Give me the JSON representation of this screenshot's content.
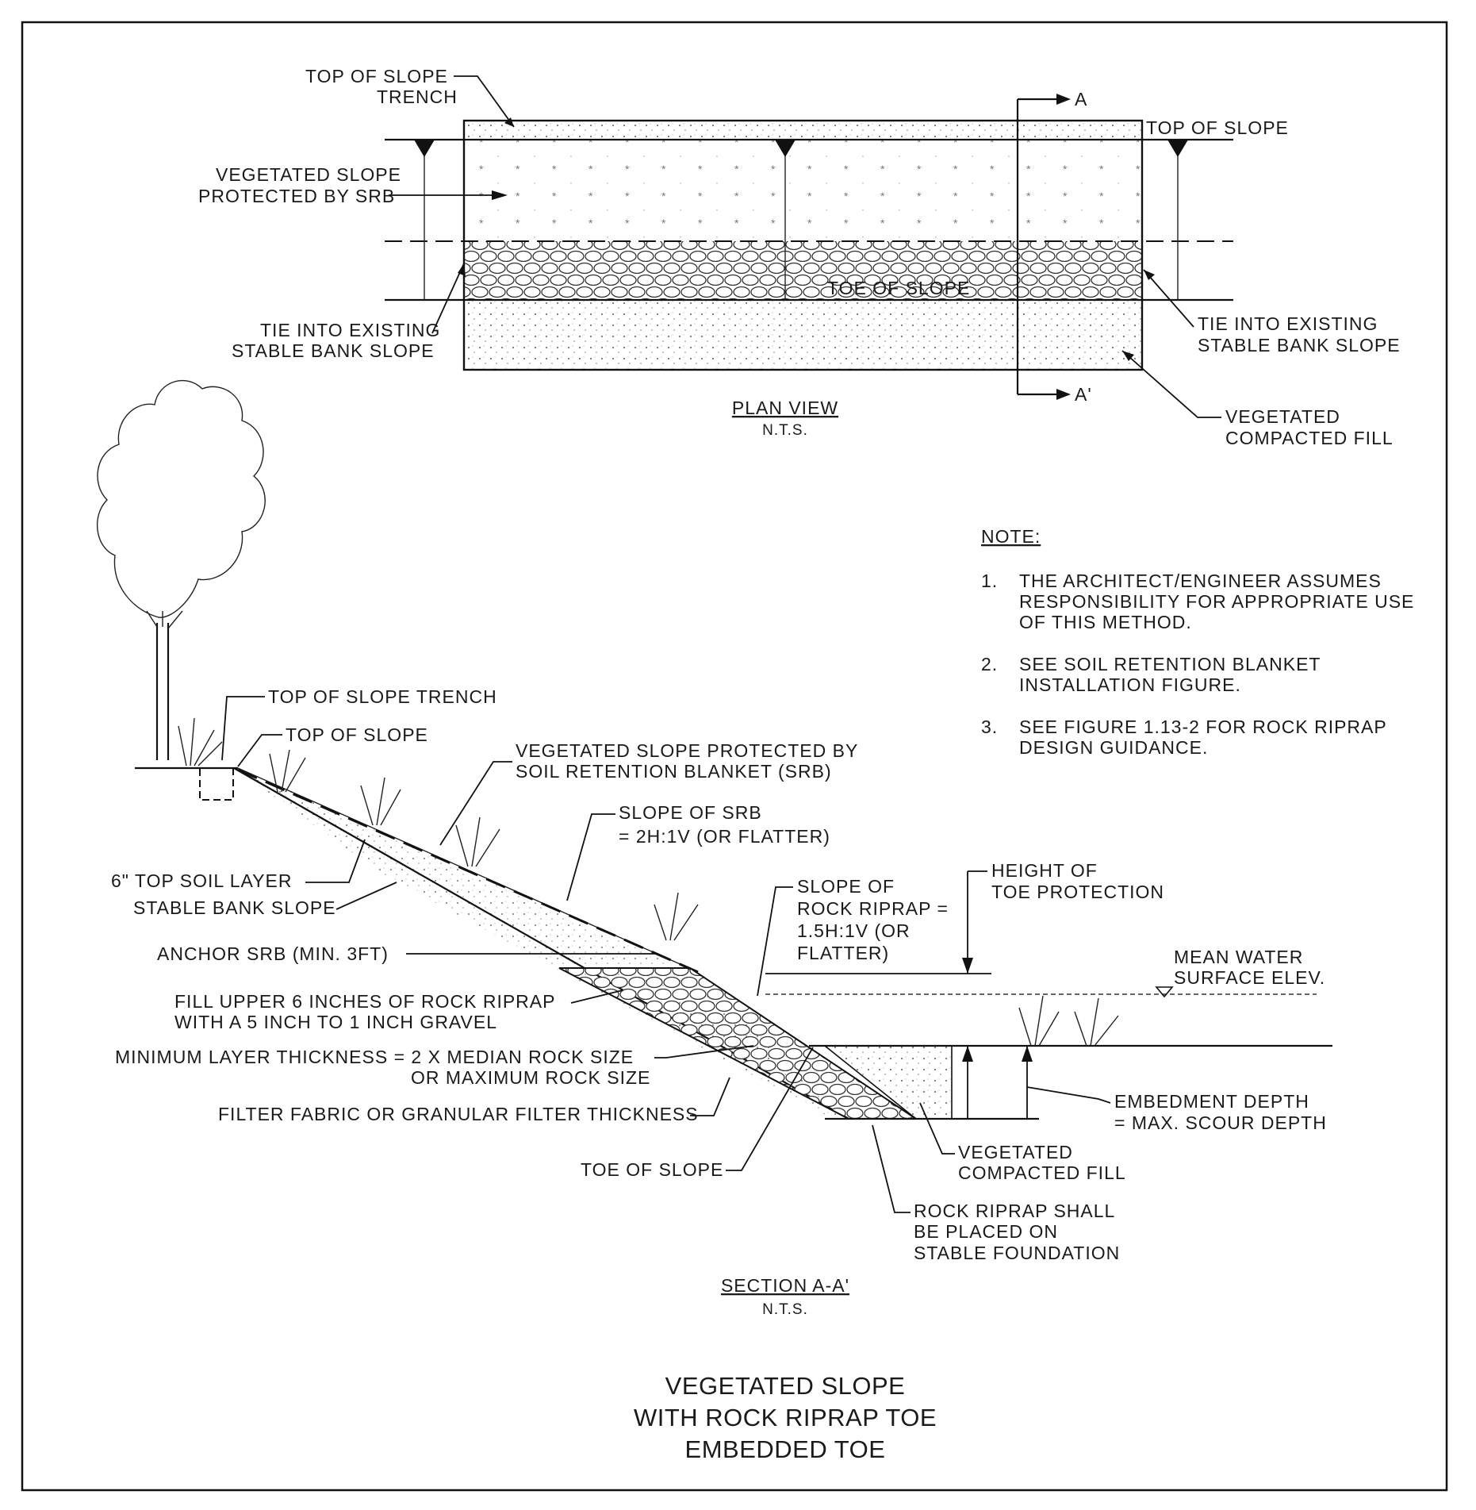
{
  "plan_view": {
    "labels": {
      "top_trench": [
        "TOP OF SLOPE",
        "TRENCH"
      ],
      "veg_slope": [
        "VEGETATED SLOPE",
        "PROTECTED BY SRB"
      ],
      "tie_left": [
        "TIE INTO EXISTING",
        "STABLE BANK SLOPE"
      ],
      "top_of_slope": "TOP OF SLOPE",
      "toe_of_slope": "TOE OF SLOPE",
      "tie_right": [
        "TIE INTO EXISTING",
        "STABLE BANK SLOPE"
      ],
      "veg_fill": [
        "VEGETATED",
        "COMPACTED FILL"
      ],
      "section_a": "A",
      "section_a_prime": "A'"
    },
    "title": "PLAN VIEW",
    "scale": "N.T.S."
  },
  "notes": {
    "heading": "NOTE:",
    "items": [
      {
        "num": "1.",
        "lines": [
          "THE ARCHITECT/ENGINEER ASSUMES",
          "RESPONSIBILITY FOR APPROPRIATE USE",
          "OF THIS METHOD."
        ]
      },
      {
        "num": "2.",
        "lines": [
          "SEE SOIL RETENTION BLANKET",
          "INSTALLATION FIGURE."
        ]
      },
      {
        "num": "3.",
        "lines": [
          "SEE FIGURE 1.13-2 FOR ROCK RIPRAP",
          "DESIGN GUIDANCE."
        ]
      }
    ]
  },
  "section": {
    "labels": {
      "top_trench": "TOP OF SLOPE TRENCH",
      "top_of_slope": "TOP OF SLOPE",
      "veg_srb": [
        "VEGETATED SLOPE PROTECTED BY",
        "SOIL RETENTION BLANKET (SRB)"
      ],
      "slope_srb": [
        "SLOPE OF SRB",
        "= 2H:1V (OR FLATTER)"
      ],
      "top_soil": "6\" TOP SOIL LAYER",
      "stable_bank": "STABLE BANK SLOPE",
      "slope_riprap": [
        "SLOPE OF",
        "ROCK RIPRAP =",
        "1.5H:1V (OR",
        "FLATTER)"
      ],
      "height_toe": [
        "HEIGHT OF",
        "TOE PROTECTION"
      ],
      "anchor": "ANCHOR SRB (MIN. 3FT)",
      "fill_upper": [
        "FILL UPPER 6 INCHES OF ROCK RIPRAP",
        "WITH A 5 INCH TO 1 INCH GRAVEL"
      ],
      "mean_water": [
        "MEAN WATER",
        "SURFACE ELEV."
      ],
      "min_layer": [
        "MINIMUM LAYER THICKNESS = 2 X MEDIAN ROCK SIZE",
        "OR MAXIMUM ROCK SIZE"
      ],
      "filter": "FILTER FABRIC OR GRANULAR FILTER THICKNESS",
      "embed": [
        "EMBEDMENT DEPTH",
        "= MAX. SCOUR DEPTH"
      ],
      "toe": "TOE OF SLOPE",
      "veg_fill": [
        "VEGETATED",
        "COMPACTED FILL"
      ],
      "riprap_found": [
        "ROCK RIPRAP SHALL",
        "BE PLACED ON",
        "STABLE FOUNDATION"
      ]
    },
    "title": "SECTION A-A'",
    "scale": "N.T.S."
  },
  "figure_title": [
    "VEGETATED SLOPE",
    "WITH ROCK RIPRAP TOE",
    "EMBEDDED TOE"
  ]
}
